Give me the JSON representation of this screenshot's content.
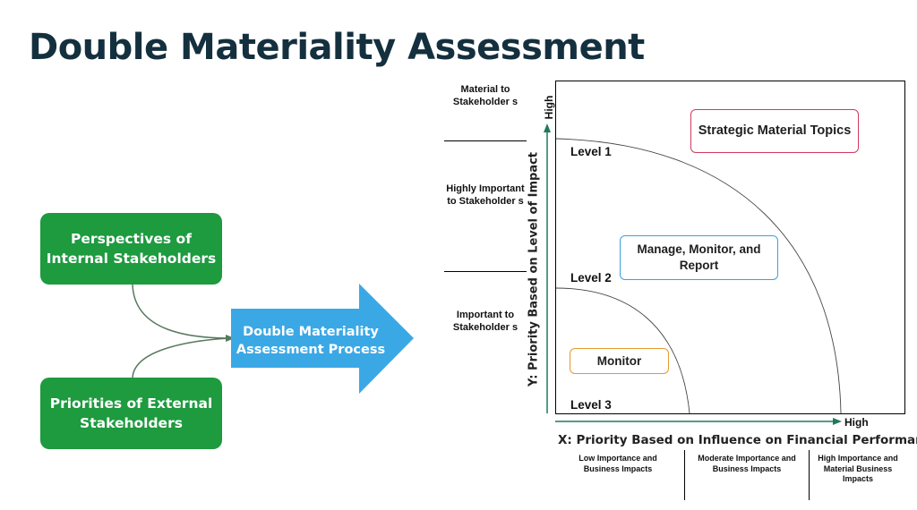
{
  "title": "Double Materiality Assessment",
  "left": {
    "internal": "Perspectives of Internal Stakeholders",
    "external": "Priorities of External Stakeholders",
    "process": "Double Materiality Assessment Process"
  },
  "y_bands": [
    "Material to Stakeholder s",
    "Highly Important to Stakeholder s",
    "Important to Stakeholder s"
  ],
  "x_bands": [
    "Low Importance and Business Impacts",
    "Moderate Importance and Business Impacts",
    "High Importance and Material Business Impacts"
  ],
  "axes": {
    "y_title": "Y: Priority Based on Level of Impact",
    "y_high": "High",
    "x_title": "X: Priority Based on Influence on Financial Performance",
    "x_high": "High"
  },
  "levels": [
    "Level 1",
    "Level 2",
    "Level 3"
  ],
  "topics": {
    "strategic": "Strategic Material Topics",
    "manage": "Manage, Monitor, and Report",
    "monitor": "Monitor"
  },
  "colors": {
    "title": "#14303f",
    "green": "#1e9a3f",
    "arrow": "#3ba8e6",
    "connector": "#567a5e",
    "axis": "#1f7a5c",
    "strategic_border": "#d23a5f",
    "manage_border": "#3ba0e0",
    "monitor_border": "#e39a2f"
  }
}
